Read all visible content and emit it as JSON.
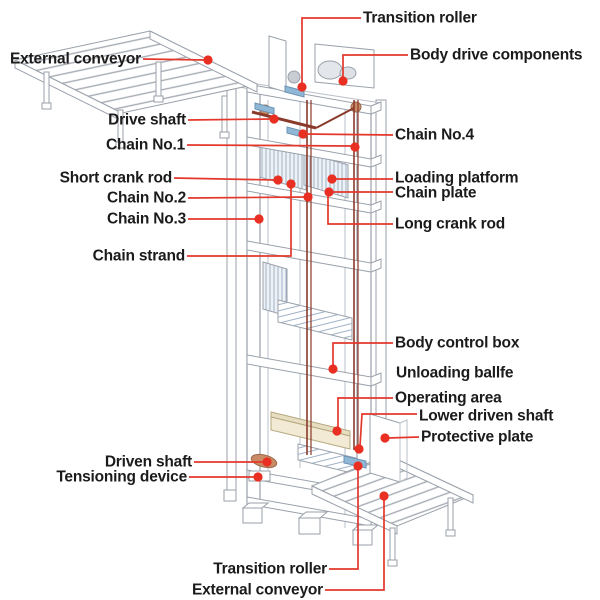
{
  "diagram": {
    "type": "labeled-technical-diagram",
    "subject": "vertical lift conveyor with external conveyors",
    "marker_shape": "red-dot"
  },
  "colors": {
    "leader-color": "#e4372b",
    "dot-color": "#e82f22",
    "chain-color": "#8a3a2a",
    "label-text": "#1b1b1b",
    "background": "#ffffff"
  },
  "labels": {
    "transition_roller_top": "Transition roller",
    "body_drive_components": "Body drive components",
    "external_conveyor_top": "External conveyor",
    "drive_shaft": "Drive shaft",
    "chain_no4": "Chain No.4",
    "chain_no1": "Chain No.1",
    "short_crank_rod": "Short crank rod",
    "loading_platform": "Loading platform",
    "chain_no2": "Chain No.2",
    "chain_plate": "Chain plate",
    "chain_no3": "Chain No.3",
    "long_crank_rod": "Long crank rod",
    "chain_strand": "Chain strand",
    "body_control_box": "Body control box",
    "unloading_baffle": "Unloading ballfe",
    "operating_area": "Operating area",
    "lower_driven_shaft": "Lower driven shaft",
    "protective_plate": "Protective plate",
    "driven_shaft": "Driven shaft",
    "tensioning_device": "Tensioning device",
    "transition_roller_bottom": "Transition roller",
    "external_conveyor_bottom": "External conveyor"
  }
}
